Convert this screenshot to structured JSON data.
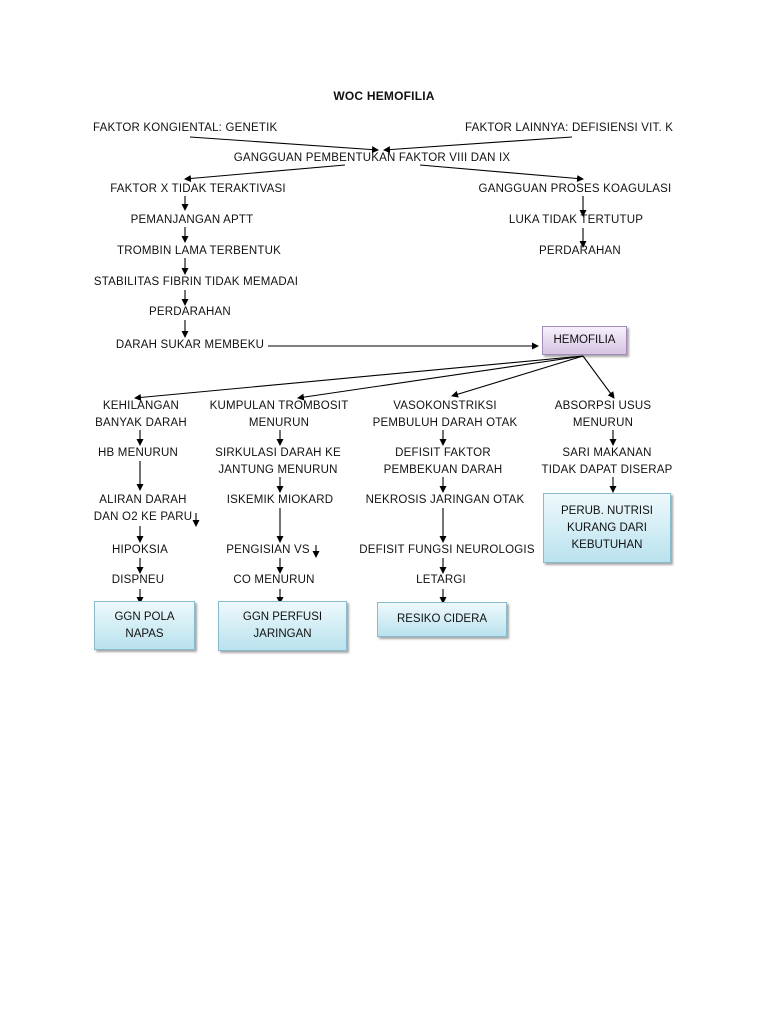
{
  "title": "WOC HEMOFILIA",
  "causes": {
    "left": "FAKTOR KONGIENTAL:  GENETIK",
    "right": "FAKTOR LAINNYA: DEFISIENSI VIT. K",
    "center": "GANGGUAN PEMBENTUKAN FAKTOR VIII DAN IX"
  },
  "left_chain": [
    "FAKTOR X TIDAK TERAKTIVASI",
    "PEMANJANGAN  APTT",
    "TROMBIN LAMA TERBENTUK",
    "STABILITAS FIBRIN TIDAK MEMADAI",
    "PERDARAHAN",
    "DARAH SUKAR MEMBEKU"
  ],
  "right_chain": [
    "GANGGUAN PROSES KOAGULASI",
    "LUKA TIDAK TERTUTUP",
    "PERDARAHAN"
  ],
  "hemofilia": "HEMOFILIA",
  "col1": {
    "top": [
      "KEHILANGAN",
      "BANYAK DARAH"
    ],
    "s2": "HB MENURUN",
    "s3": [
      "ALIRAN DARAH",
      "DAN O2 KE PARU"
    ],
    "s4": "HIPOKSIA",
    "s5": "DISPNEU",
    "box": [
      "GGN POLA",
      "NAPAS"
    ]
  },
  "col2": {
    "top": [
      "KUMPULAN TROMBOSIT",
      "MENURUN"
    ],
    "s2": [
      "SIRKULASI DARAH KE",
      "JANTUNG MENURUN"
    ],
    "s3": "ISKEMIK MIOKARD",
    "s4": "PENGISIAN VS",
    "s5": "CO MENURUN",
    "box": [
      "GGN PERFUSI",
      "JARINGAN"
    ]
  },
  "col3": {
    "top": [
      "VASOKONSTRIKSI",
      "PEMBULUH DARAH OTAK"
    ],
    "s2": [
      "DEFISIT FAKTOR",
      "PEMBEKUAN DARAH"
    ],
    "s3": "NEKROSIS JARINGAN OTAK",
    "s4": "DEFISIT FUNGSI NEUROLOGIS",
    "s5": "LETARGI",
    "box": "RESIKO CIDERA"
  },
  "col4": {
    "top": [
      "ABSORPSI USUS",
      "MENURUN"
    ],
    "s2": [
      "SARI MAKANAN",
      "TIDAK DAPAT DISERAP"
    ],
    "box": [
      "PERUB. NUTRISI",
      "KURANG DARI",
      "KEBUTUHAN"
    ]
  },
  "colors": {
    "box_fill_light": "#eef9fc",
    "box_fill_dark": "#b9e2ee",
    "hemofilia_fill": "#d6c4e3",
    "arrow": "#000000"
  }
}
